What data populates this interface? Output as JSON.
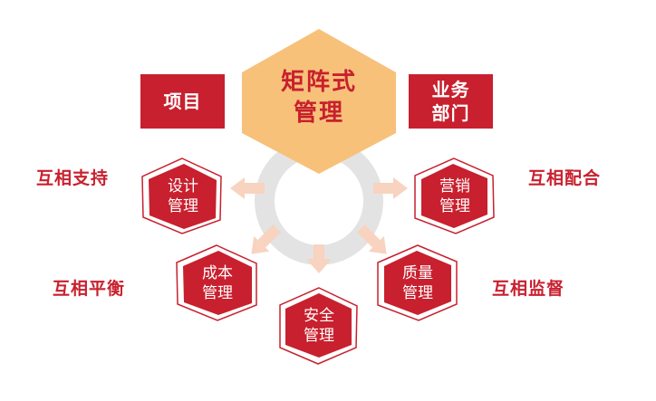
{
  "colors": {
    "brand_red": "#c8202e",
    "center_fill": "#f7c17a",
    "ring": "#e3e3e3",
    "arrow": "#f8d3c0"
  },
  "center": {
    "line1": "矩阵式",
    "line2": "管理"
  },
  "left_box": {
    "label": "项目"
  },
  "right_box": {
    "line1": "业务",
    "line2": "部门"
  },
  "nodes": [
    {
      "id": "design",
      "line1": "设计",
      "line2": "管理"
    },
    {
      "id": "cost",
      "line1": "成本",
      "line2": "管理"
    },
    {
      "id": "safety",
      "line1": "安全",
      "line2": "管理"
    },
    {
      "id": "quality",
      "line1": "质量",
      "line2": "管理"
    },
    {
      "id": "marketing",
      "line1": "营销",
      "line2": "管理"
    }
  ],
  "relations": {
    "support": "互相支持",
    "balance": "互相平衡",
    "cooperate": "互相配合",
    "supervise": "互相监督"
  }
}
